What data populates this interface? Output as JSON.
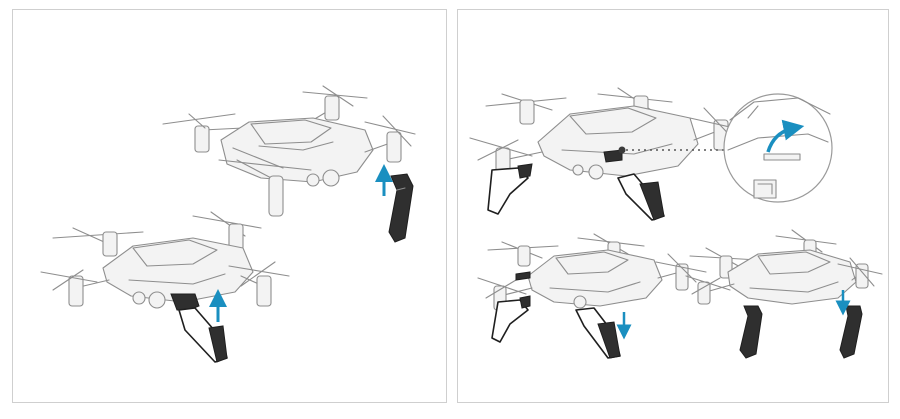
{
  "colors": {
    "line": "#8e8e8e",
    "arrow": "#1a8fc0",
    "landing_gear": "#2f2f2f",
    "border": "#cfcfcf"
  },
  "panels": [
    {
      "step": "attach-landing-gear",
      "arrows": [
        "up",
        "up"
      ]
    },
    {
      "step": "remove-landing-gear",
      "arrows": [
        "rotate",
        "down",
        "down"
      ],
      "has_zoom_inset": true
    }
  ]
}
